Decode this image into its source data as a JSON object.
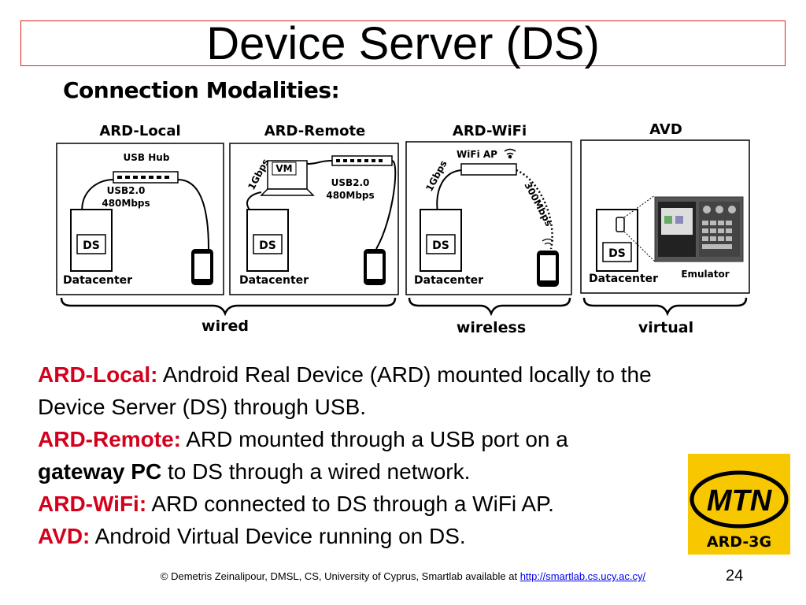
{
  "slide": {
    "title": "Device Server (DS)",
    "subtitle": "Connection Modalities:"
  },
  "diagram": {
    "panels": [
      {
        "header": "ARD-Local",
        "hub": "USB Hub",
        "link": [
          "USB2.0",
          "480Mbps"
        ],
        "ds": "DS",
        "datacenter": "Datacenter"
      },
      {
        "header": "ARD-Remote",
        "vm": "VM",
        "uplink": "1Gbps",
        "link": [
          "USB2.0",
          "480Mbps"
        ],
        "ds": "DS",
        "datacenter": "Datacenter"
      },
      {
        "header": "ARD-WiFi",
        "ap": "WiFi AP",
        "uplink": "1Gbps",
        "wireless_link": "300Mbps",
        "ds": "DS",
        "datacenter": "Datacenter"
      },
      {
        "header": "AVD",
        "ds": "DS",
        "datacenter": "Datacenter",
        "emulator": "Emulator"
      }
    ],
    "groups": {
      "wired": "wired",
      "wireless": "wireless",
      "virtual": "virtual"
    }
  },
  "body": {
    "line1_label": "ARD-Local:",
    "line1_text": " Android Real Device (ARD) mounted locally to the",
    "line2_text": "Device Server (DS) through USB.",
    "line3_label": "ARD-Remote:",
    "line3_text": " ARD mounted through a USB port on a",
    "line4_bold": "gateway PC",
    "line4_text": " to DS through a wired network.",
    "line5_label": "ARD-WiFi:",
    "line5_text": " ARD connected to DS through a WiFi AP.",
    "line6_label": "AVD:",
    "line6_text": " Android Virtual Device running on DS."
  },
  "mtn_logo": {
    "brand": "MTN",
    "caption": "ARD-3G",
    "bg_color": "#f7c800"
  },
  "footer": {
    "text": "© Demetris Zeinalipour, DMSL, CS, University of Cyprus, Smartlab available at ",
    "link": "http://smartlab.cs.ucy.ac.cy/",
    "page_number": "24"
  },
  "colors": {
    "accent": "#d4001c",
    "title_border": "#e02020"
  }
}
